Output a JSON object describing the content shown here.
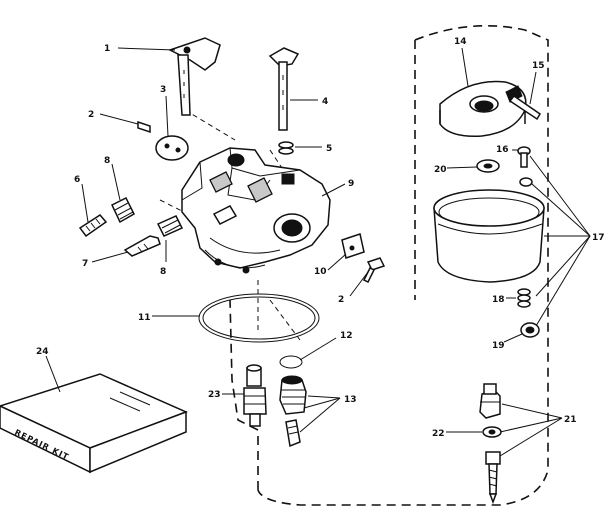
{
  "callouts": {
    "c1": "1",
    "c2a": "2",
    "c2b": "2",
    "c3": "3",
    "c4": "4",
    "c5": "5",
    "c6": "6",
    "c7": "7",
    "c8a": "8",
    "c8b": "8",
    "c9": "9",
    "c10": "10",
    "c11": "11",
    "c12": "12",
    "c13": "13",
    "c14": "14",
    "c15": "15",
    "c16": "16",
    "c17": "17",
    "c18": "18",
    "c19": "19",
    "c20": "20",
    "c21": "21",
    "c22": "22",
    "c23": "23",
    "c24": "24"
  },
  "repair_kit_label": "REPAIR KIT"
}
